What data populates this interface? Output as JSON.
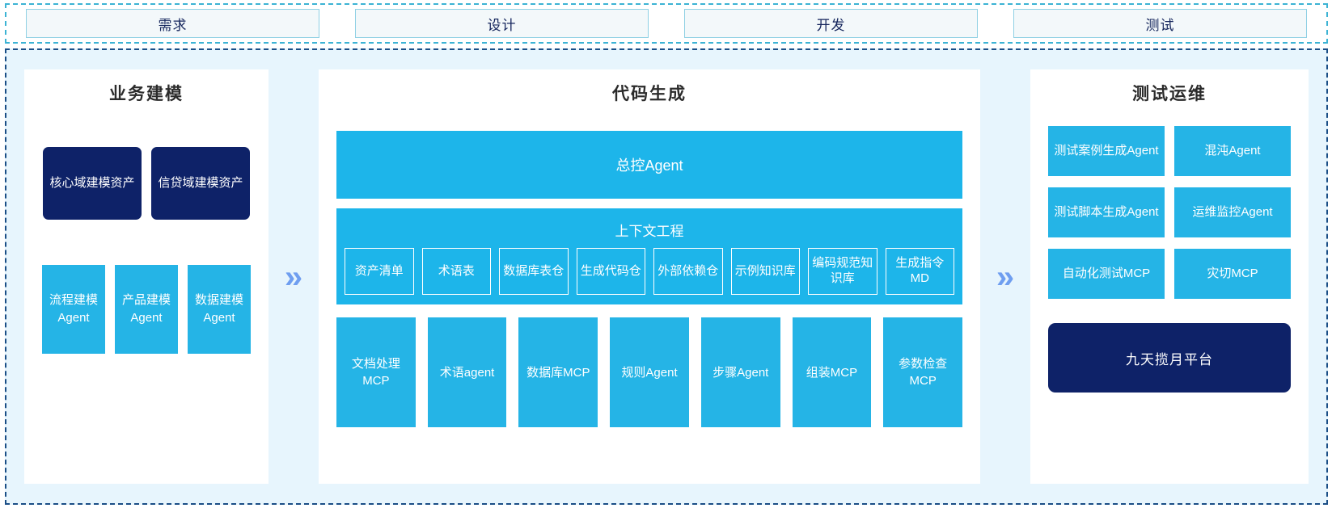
{
  "stages": [
    {
      "label": "需求"
    },
    {
      "label": "设计"
    },
    {
      "label": "开发"
    },
    {
      "label": "测试"
    }
  ],
  "arrows": {
    "glyph_left": "»",
    "glyph_right": "»",
    "color": "#6f9ef0"
  },
  "colors": {
    "accent_blue": "#1db5ea",
    "box_blue": "#25b4e6",
    "navy": "#0e2268",
    "area_bg": "#e7f5fd",
    "stage_border": "#3cb3d4",
    "main_border": "#1a4e86"
  },
  "left_panel": {
    "title": "业务建模",
    "assets": [
      {
        "label": "核心域建模资产"
      },
      {
        "label": "信贷域建模资产"
      }
    ],
    "agents": [
      {
        "label": "流程建模Agent"
      },
      {
        "label": "产品建模Agent"
      },
      {
        "label": "数据建模Agent"
      }
    ]
  },
  "center_panel": {
    "title": "代码生成",
    "master_agent": "总控Agent",
    "context": {
      "title": "上下文工程",
      "items": [
        {
          "label": "资产清单"
        },
        {
          "label": "术语表"
        },
        {
          "label": "数据库表仓"
        },
        {
          "label": "生成代码仓"
        },
        {
          "label": "外部依赖仓"
        },
        {
          "label": "示例知识库"
        },
        {
          "label": "编码规范知识库"
        },
        {
          "label": "生成指令MD"
        }
      ]
    },
    "tools": [
      {
        "label": "文档处理MCP"
      },
      {
        "label": "术语agent"
      },
      {
        "label": "数据库MCP"
      },
      {
        "label": "规则Agent"
      },
      {
        "label": "步骤Agent"
      },
      {
        "label": "组装MCP"
      },
      {
        "label": "参数检查MCP"
      }
    ]
  },
  "right_panel": {
    "title": "测试运维",
    "items": [
      {
        "label": "测试案例生成Agent"
      },
      {
        "label": "混沌Agent"
      },
      {
        "label": "测试脚本生成Agent"
      },
      {
        "label": "运维监控Agent"
      },
      {
        "label": "自动化测试MCP"
      },
      {
        "label": "灾切MCP"
      }
    ],
    "platform": "九天揽月平台"
  }
}
